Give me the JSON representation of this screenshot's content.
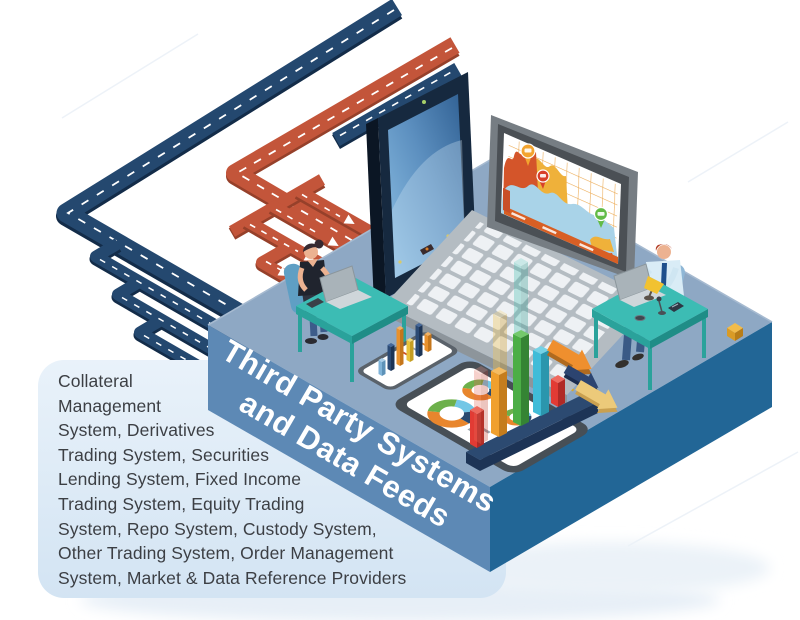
{
  "platform_label": {
    "line1": "Third Party Systems",
    "line2": "and Data Feeds"
  },
  "systems_list": {
    "text": "Collateral\nManagement\nSystem, Derivatives\nTrading System, Securities\nLending System, Fixed Income\nTrading System, Equity Trading\nSystem, Repo System, Custody System,\nOther Trading System, Order Management\nSystem, Market & Data Reference Providers"
  },
  "colors": {
    "platform_top": "#8ea8c4",
    "platform_left": "#5d89b5",
    "platform_right": "#226696",
    "road_navy": "#24486f",
    "road_navy_dark": "#132c49",
    "road_red": "#c3553a",
    "road_red_dark": "#96402a",
    "desk_teal": "#3cbcb4",
    "label_text": "#ffffff",
    "list_text": "#3c3f44",
    "list_box_bg": "#dcebf7",
    "bar_red": "#e23b34",
    "bar_yellow": "#f0a02e",
    "bar_green": "#4cae46",
    "bar_cyan": "#40bcd8",
    "donut_orange": "#e8862d",
    "donut_green": "#6db04b",
    "donut_cyan": "#73c7e6",
    "donut_navy": "#2b4a6f",
    "arrow_orange": "#ef8f2e",
    "arrow_navy": "#2c4470",
    "arrow_yellow": "#ecca7a",
    "chart_area_red": "#d4552a",
    "chart_area_yellow": "#efb13a",
    "chart_area_blue": "#a9d3e8",
    "tablet_screen_blue": "#4a7fb5"
  },
  "figures": [
    "navy-data-road-network",
    "red-data-road-network",
    "isometric-platform",
    "vertical-tablet",
    "laptop-with-area-chart",
    "smartphone-with-3d-bar-chart",
    "tablet-with-donut-charts",
    "standing-3d-bar-chart",
    "3d-flow-arrows",
    "woman-at-desk",
    "man-at-desk"
  ]
}
